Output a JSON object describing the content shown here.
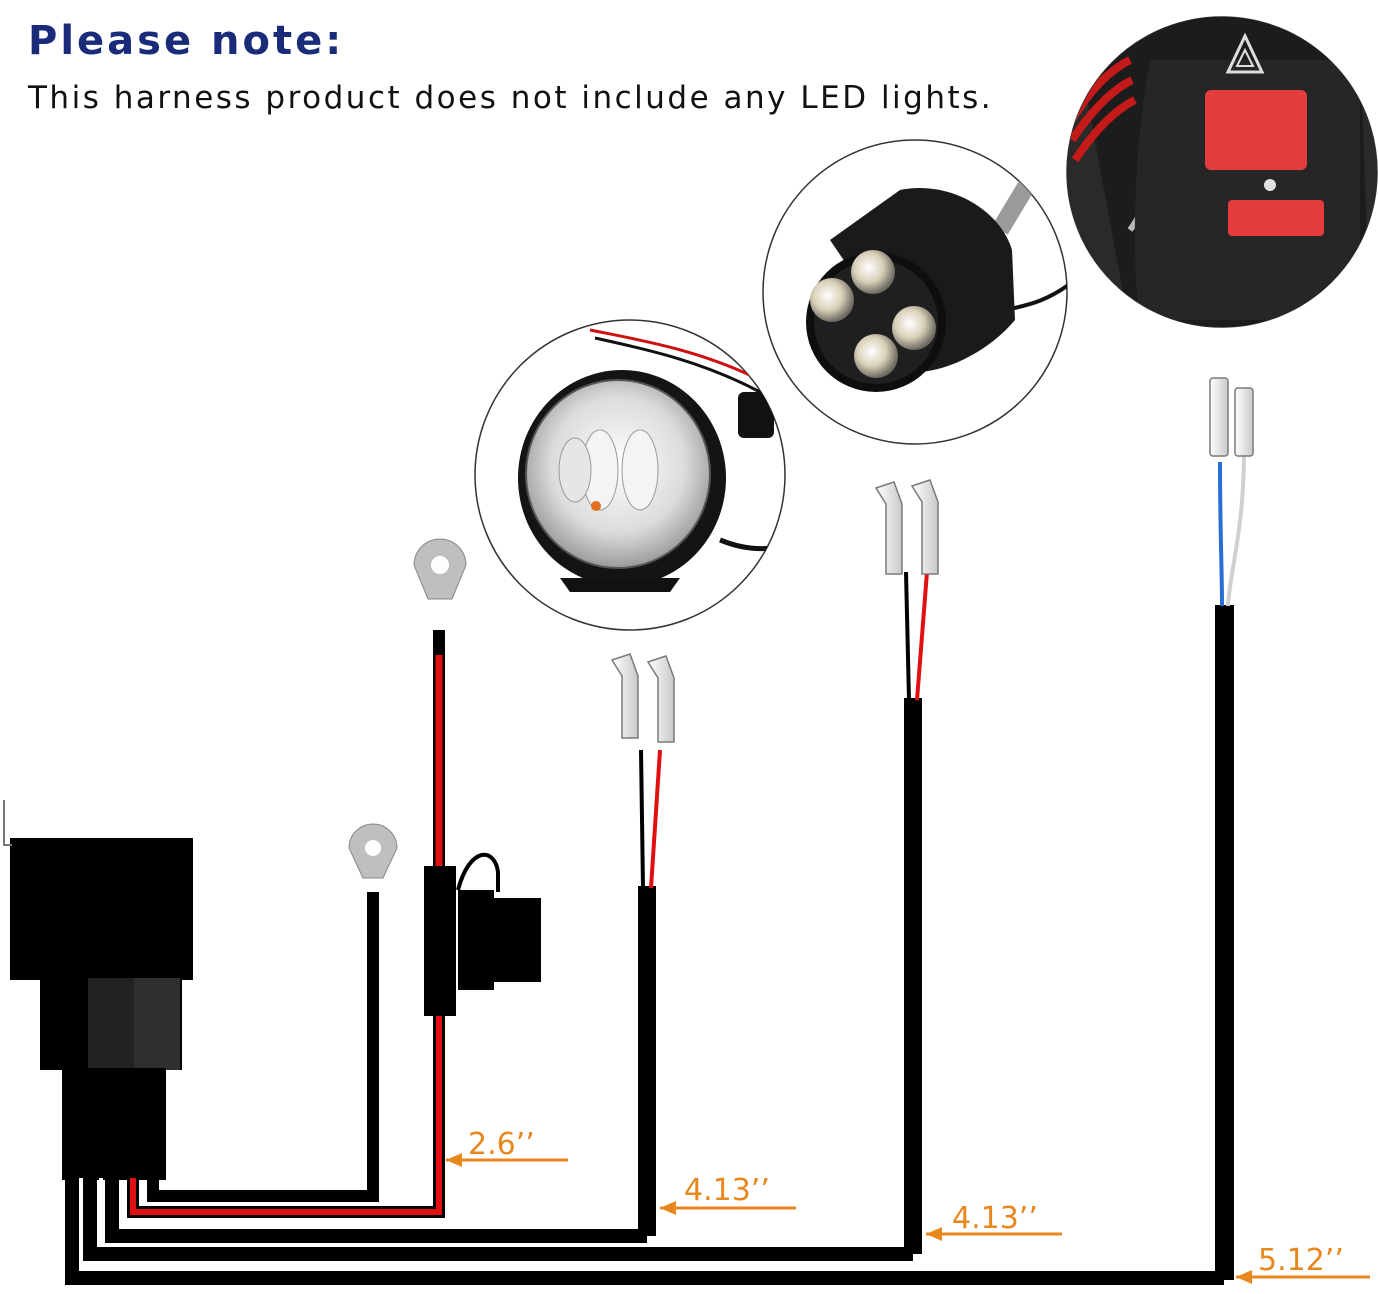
{
  "notice": {
    "title": "Please note:",
    "text": "This harness product does not include any LED lights."
  },
  "cable_lengths": {
    "power_lead": "2.6’’",
    "light_lead_1": "4.13’’",
    "light_lead_2": "4.13’’",
    "switch_lead": "5.12’’"
  },
  "colors": {
    "title": "#1a2b7a",
    "wire_black": "#000000",
    "wire_red": "#e01010",
    "dimension": "#e8871e",
    "switch_wire_blue": "#2a6fd6",
    "switch_wire_white": "#d8d8d8"
  },
  "illustrations": {
    "round_light": "round-led-fog-light",
    "small_light": "four-led-spot-light",
    "switch": "hazard-switch"
  }
}
